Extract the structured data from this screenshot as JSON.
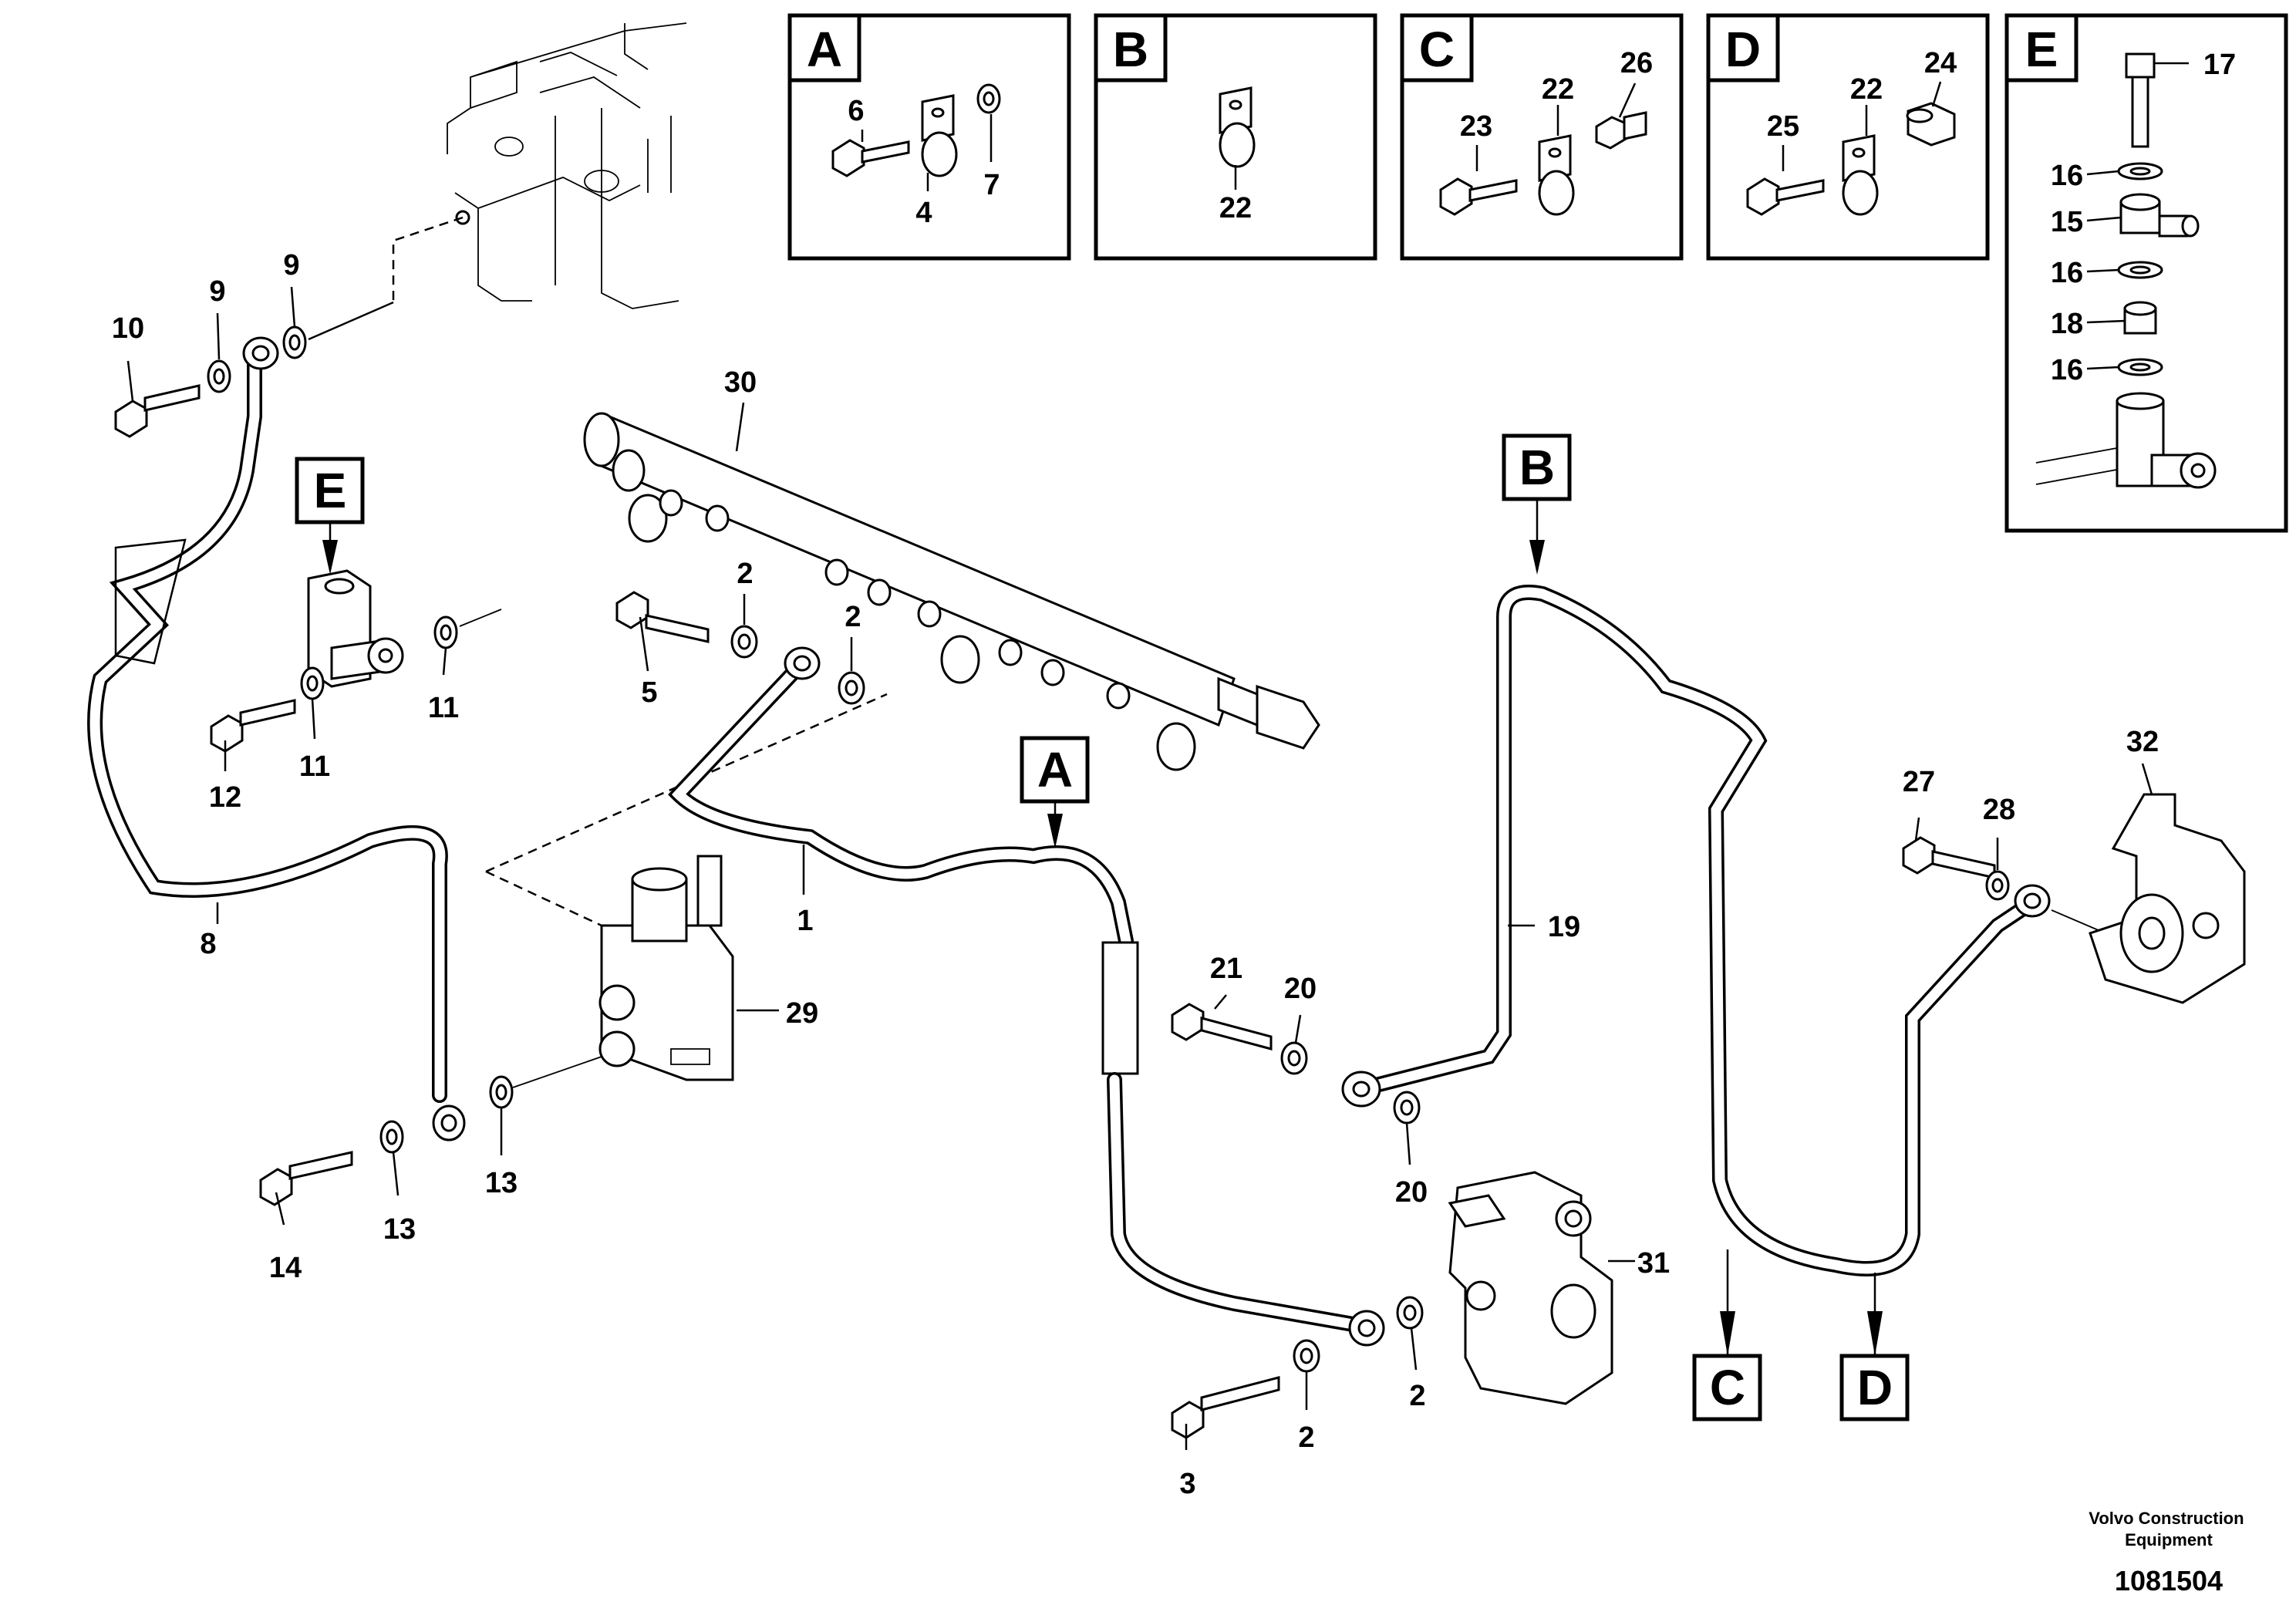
{
  "figure": {
    "publisher": "Volvo Construction Equipment",
    "drawing_number": "1081504"
  },
  "detail_boxes": [
    {
      "letter": "A",
      "items": [
        "6",
        "7",
        "4"
      ]
    },
    {
      "letter": "B",
      "items": [
        "22"
      ]
    },
    {
      "letter": "C",
      "items": [
        "23",
        "22",
        "26"
      ]
    },
    {
      "letter": "D",
      "items": [
        "25",
        "22",
        "24"
      ]
    },
    {
      "letter": "E",
      "items": [
        "17",
        "16",
        "15",
        "16",
        "18",
        "16"
      ]
    }
  ],
  "view_markers": [
    "E",
    "B",
    "A",
    "C",
    "D"
  ],
  "callouts": [
    "10",
    "9",
    "9",
    "8",
    "11",
    "11",
    "12",
    "5",
    "2",
    "2",
    "1",
    "30",
    "29",
    "13",
    "13",
    "14",
    "21",
    "20",
    "20",
    "19",
    "31",
    "2",
    "2",
    "3",
    "27",
    "28",
    "32"
  ]
}
